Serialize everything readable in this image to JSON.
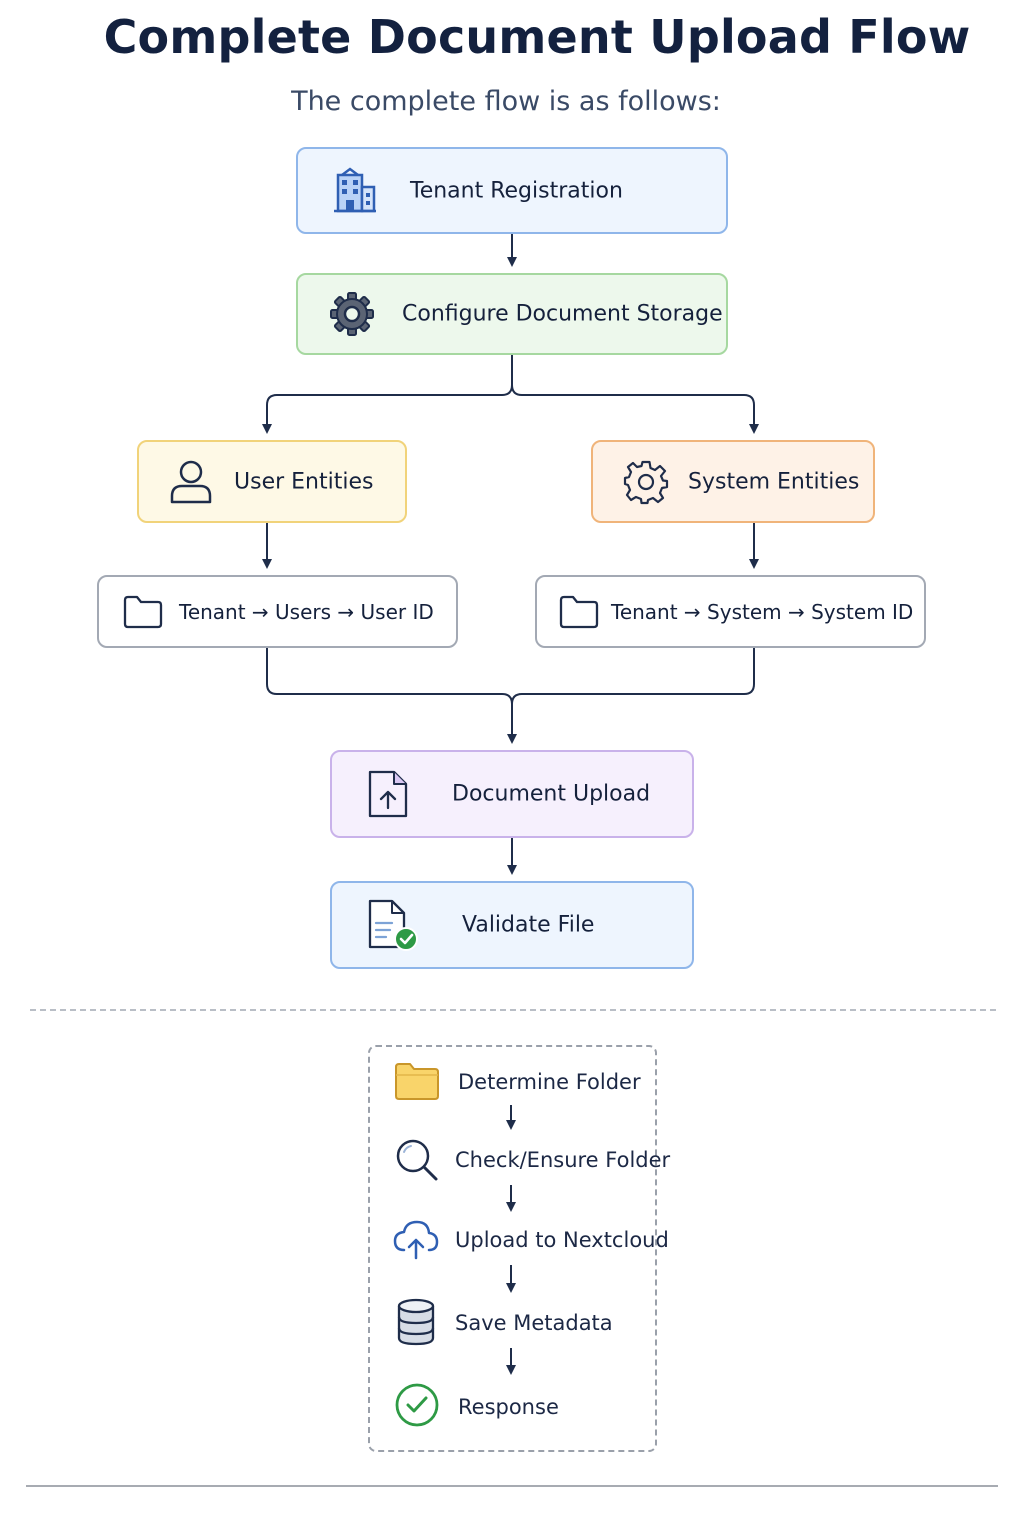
{
  "title": "Complete Document Upload Flow",
  "subtitle": "The complete flow is as follows:",
  "flow": {
    "tenant_registration": "Tenant Registration",
    "configure_storage": "Configure Document Storage",
    "user_entities": "User Entities",
    "system_entities": "System Entities",
    "user_path": "Tenant → Users → User ID",
    "system_path": "Tenant → System → System ID",
    "document_upload": "Document Upload",
    "validate_file": "Validate File"
  },
  "sub_process": {
    "steps": [
      {
        "label": "Determine Folder",
        "icon": "folder-icon"
      },
      {
        "label": "Check/Ensure Folder",
        "icon": "search-icon"
      },
      {
        "label": "Upload to Nextcloud",
        "icon": "cloud-upload-icon"
      },
      {
        "label": "Save Metadata",
        "icon": "database-icon"
      },
      {
        "label": "Response",
        "icon": "check-circle-icon"
      }
    ]
  },
  "colors": {
    "connector": "#1f2d4a",
    "blue_box": "#eef5fe",
    "green_box": "#edf8ec",
    "yellow_box": "#fef9e6",
    "orange_box": "#fef2e7",
    "purple_box": "#f6f0fd",
    "success": "#2e9a45"
  }
}
